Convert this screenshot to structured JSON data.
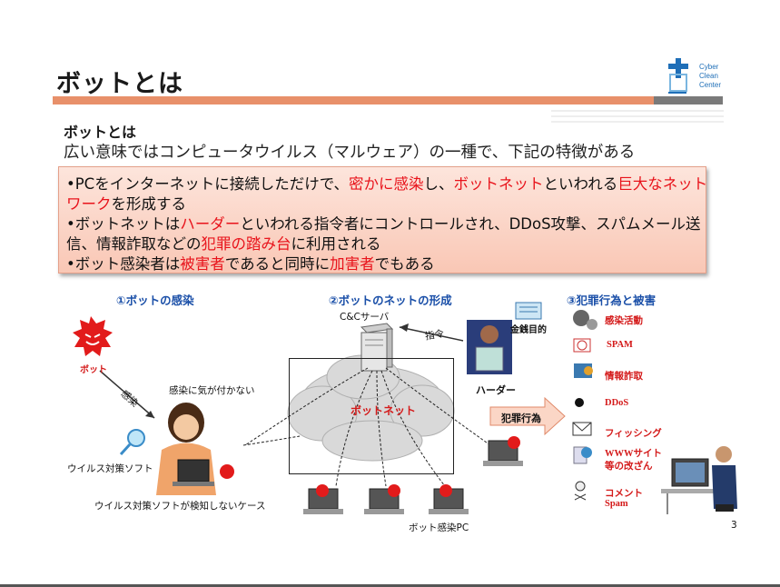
{
  "title": "ボットとは",
  "subtitle": "ボットとは",
  "intro": "広い意味ではコンピュータウイルス（マルウェア）の一種で、下記の特徴がある",
  "logo": {
    "line1": "Cyber",
    "line2": "Clean",
    "line3": "Center"
  },
  "box": {
    "l1a": "•PCをインターネットに接続しただけで、",
    "l1b": "密かに感染",
    "l1c": "し、",
    "l1d": "ボットネット",
    "l1e": "といわれる",
    "l1f": "巨大なネット",
    "l2a": "ワーク",
    "l2b": "を形成する",
    "l3a": "•ボットネットは",
    "l3b": "ハーダー",
    "l3c": "といわれる指令者にコントロールされ、DDoS攻撃、スパムメール送",
    "l4a": "信、情報詐取などの",
    "l4b": "犯罪の踏み台",
    "l4c": "に利用される",
    "l5a": "•ボット感染者は",
    "l5b": "被害者",
    "l5c": "であると同時に",
    "l5d": "加害者",
    "l5e": "でもある"
  },
  "diagram": {
    "section1": "①ボットの感染",
    "section2": "②ボットのネットの形成",
    "section3": "③犯罪行為と被害",
    "bot": "ボット",
    "infection": "感染",
    "unaware": "感染に気が付かない",
    "antivirus": "ウイルス対策ソフト",
    "undetected": "ウイルス対策ソフトが検知しないケース",
    "cc_server": "C&Cサーバ",
    "command": "指令",
    "money": "金銭目的",
    "harder": "ハーダー",
    "botnet": "ボットネット",
    "infected_pc": "ボット感染PC",
    "crime_act": "犯罪行為",
    "infection_activity": "感染活動",
    "spam": "SPAM",
    "info_theft": "情報詐取",
    "ddos": "DDoS",
    "phishing": "フィッシング",
    "www1": "WWWサイト",
    "www2": "等の改ざん",
    "comment1": "コメント",
    "comment2": "Spam"
  },
  "page_number": "3",
  "colors": {
    "accent": "#e8906a",
    "highlight": "#e8131b",
    "section": "#1a4fa8"
  }
}
